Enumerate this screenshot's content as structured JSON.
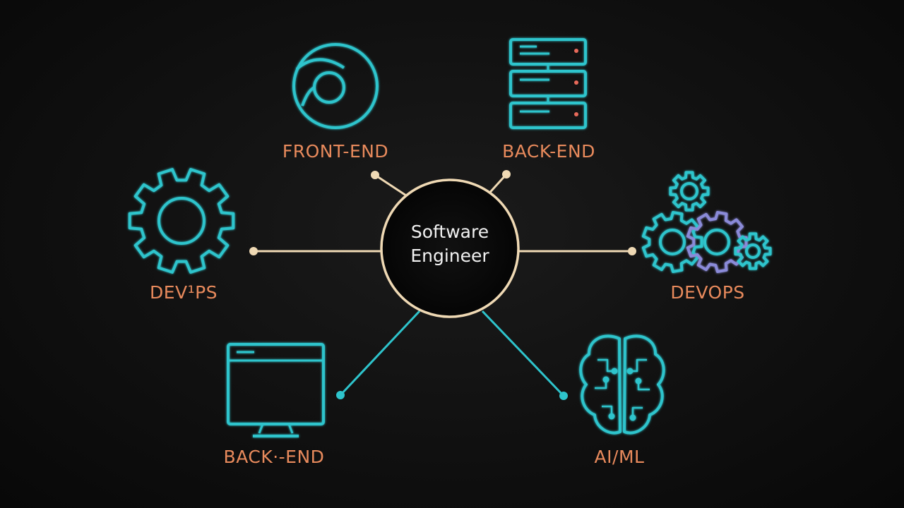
{
  "diagram": {
    "center": {
      "line1": "Software",
      "line2": "Engineer"
    },
    "nodes": [
      {
        "id": "front-end",
        "label": "FRONT-END",
        "icon": "browser-compass-icon"
      },
      {
        "id": "back-end-top",
        "label": "BACK-END",
        "icon": "server-rack-icon"
      },
      {
        "id": "devops-left",
        "label": "DEV¹PS",
        "icon": "gear-icon"
      },
      {
        "id": "devops-right",
        "label": "DEVOPS",
        "icon": "gears-cluster-icon"
      },
      {
        "id": "back-end-bottom",
        "label": "BACK·-END",
        "icon": "monitor-window-icon"
      },
      {
        "id": "ai-ml",
        "label": "AI/ML",
        "icon": "brain-circuit-icon"
      }
    ],
    "colors": {
      "background": "#0c0c0c",
      "icon_stroke": "#2ec4cc",
      "label": "#e88a5c",
      "connector_warm": "#efd9b4",
      "connector_cool": "#2ec4cc",
      "center_text": "#f2f2f2",
      "server_led": "#e86a5a",
      "gear_accent": "#8a8ad8"
    }
  }
}
